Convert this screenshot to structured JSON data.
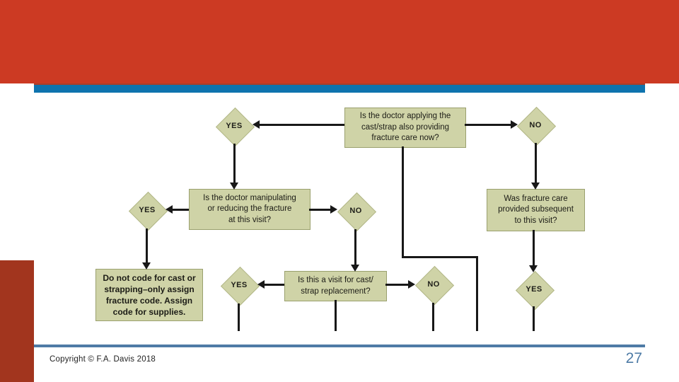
{
  "footer": {
    "copyright": "Copyright © F.A. Davis 2018",
    "page_number": "27"
  },
  "colors": {
    "banner_red": "#cc3a23",
    "banner_edge_red": "#a7402b",
    "left_bar_red": "#a2351e",
    "title_bar_blue": "#0e73ae",
    "footer_blue": "#4e7ba6",
    "node_fill": "#cfd3a7",
    "node_border": "#9aa06e",
    "connector_black": "#181818"
  },
  "flowchart": {
    "boxes": [
      {
        "name": "q-applying-cast",
        "text": "Is the doctor applying the\ncast/strap also providing\nfracture care now?"
      },
      {
        "name": "q-manipulating",
        "text": "Is the doctor manipulating\nor reducing the fracture\nat this visit?"
      },
      {
        "name": "q-subsequent-care",
        "text": "Was fracture care\nprovided subsequent\nto this visit?"
      },
      {
        "name": "action-do-not-code",
        "text": "Do not code for cast or\nstrapping–only assign\nfracture code. Assign\ncode for supplies."
      },
      {
        "name": "q-replacement-visit",
        "text": "Is this a visit for cast/\nstrap replacement?"
      }
    ],
    "decisions": [
      {
        "name": "decision-top-yes",
        "label": "YES"
      },
      {
        "name": "decision-top-no",
        "label": "NO"
      },
      {
        "name": "decision-mid-yes",
        "label": "YES"
      },
      {
        "name": "decision-mid-no",
        "label": "NO"
      },
      {
        "name": "decision-bottom-left-yes",
        "label": "YES"
      },
      {
        "name": "decision-bottom-no",
        "label": "NO"
      },
      {
        "name": "decision-bottom-right-yes",
        "label": "YES"
      }
    ]
  }
}
